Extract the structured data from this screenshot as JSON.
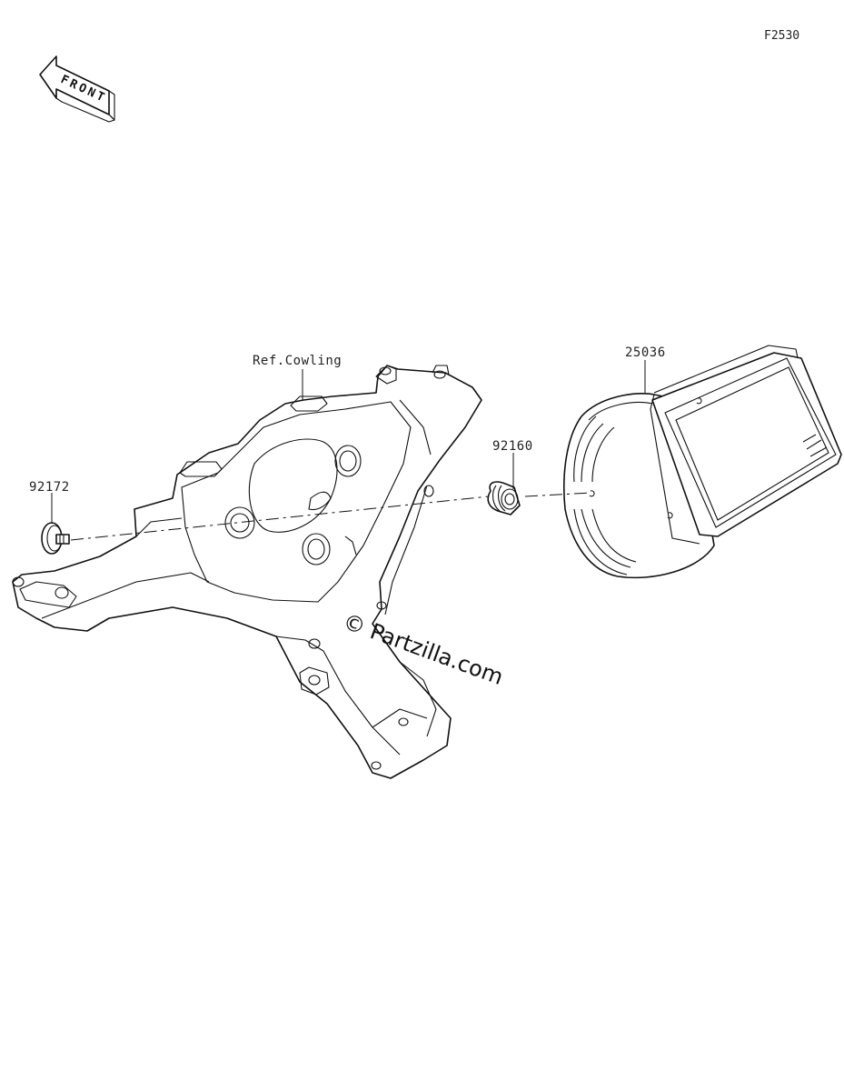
{
  "figure_code": "F2530",
  "front_arrow_text": "FRONT",
  "labels": {
    "ref_cowling": "Ref.Cowling",
    "part_25036": "25036",
    "part_92160": "92160",
    "part_92172": "92172"
  },
  "watermark": "© Partzilla.com",
  "colors": {
    "line": "#111111",
    "background": "#ffffff"
  }
}
